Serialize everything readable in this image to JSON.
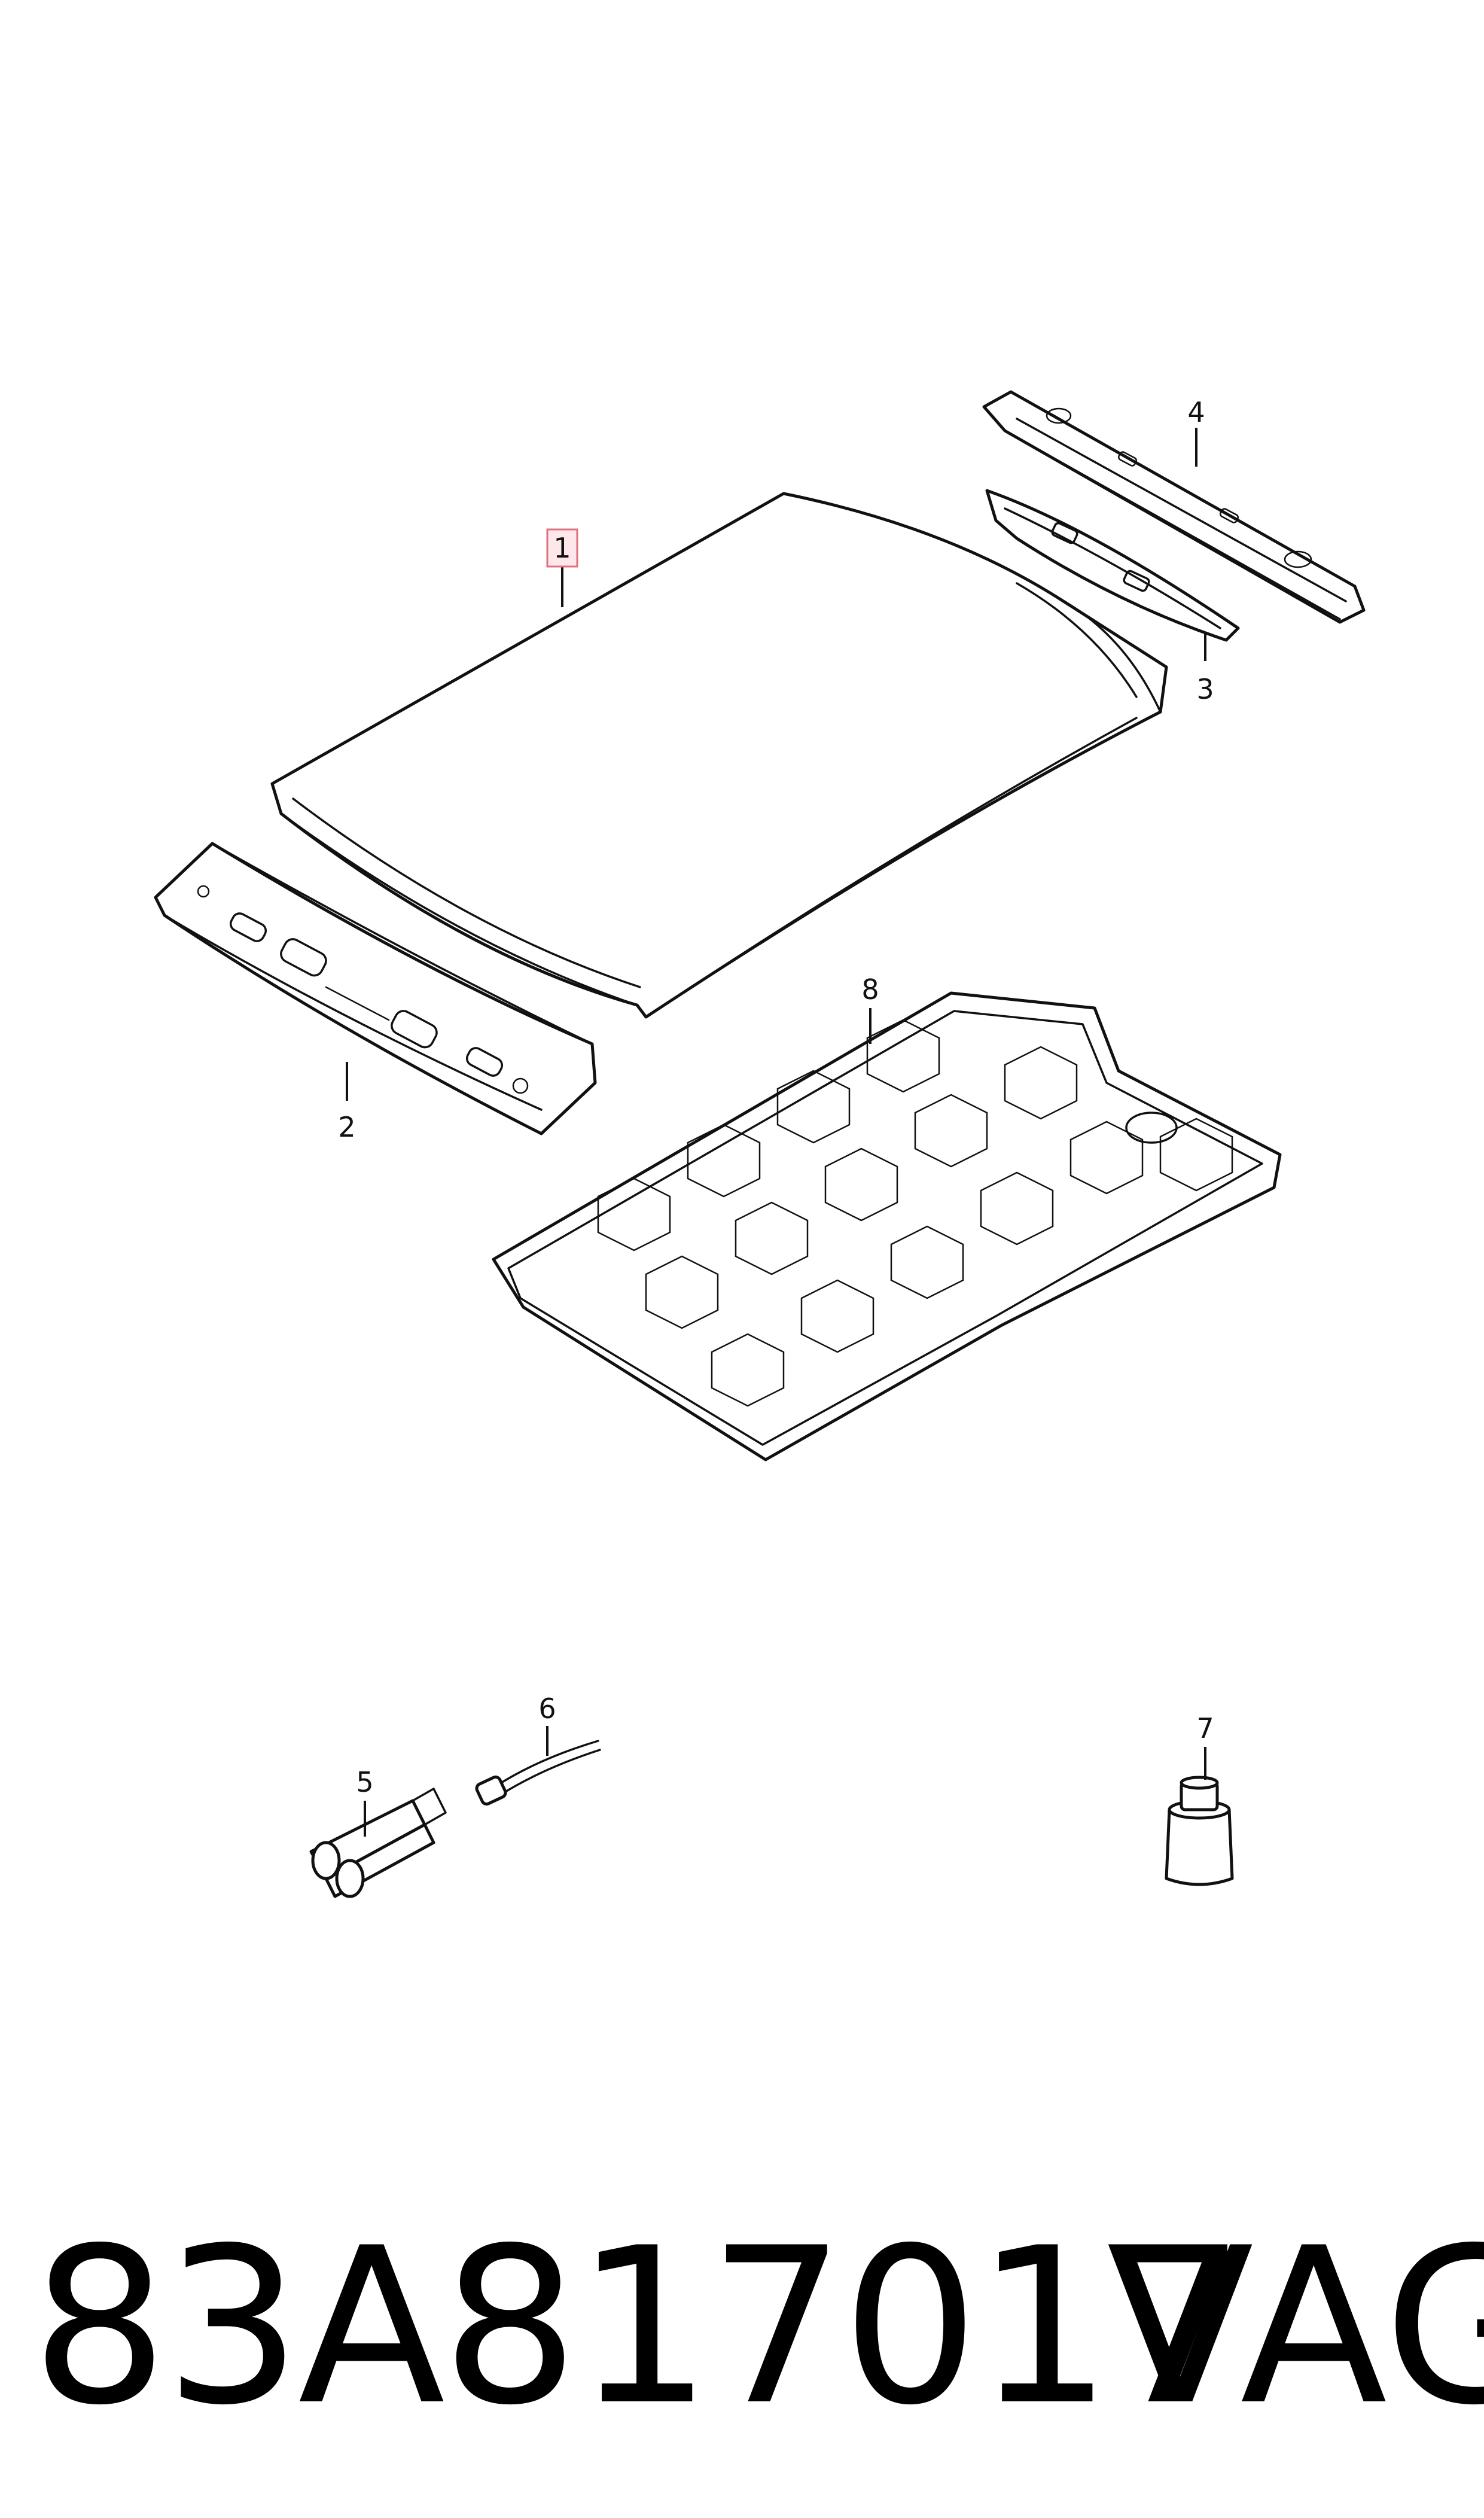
{
  "diagram": {
    "callouts": [
      {
        "id": "1",
        "label": "1",
        "highlighted": true
      },
      {
        "id": "2",
        "label": "2",
        "highlighted": false
      },
      {
        "id": "3",
        "label": "3",
        "highlighted": false
      },
      {
        "id": "4",
        "label": "4",
        "highlighted": false
      },
      {
        "id": "5",
        "label": "5",
        "highlighted": false
      },
      {
        "id": "6",
        "label": "6",
        "highlighted": false
      },
      {
        "id": "7",
        "label": "7",
        "highlighted": false
      },
      {
        "id": "8",
        "label": "8",
        "highlighted": false
      }
    ],
    "highlight_color": "#e0707f"
  },
  "footer": {
    "part_number": "83A817017",
    "brand": "VAG"
  }
}
